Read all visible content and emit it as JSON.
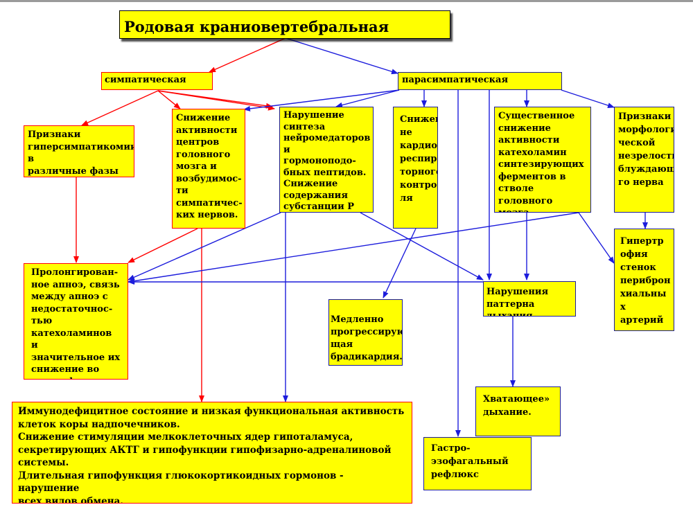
{
  "colors": {
    "box_fill": "#ffff00",
    "red_line": "#ff0000",
    "blue_line": "#1c1cdc"
  },
  "nodes": {
    "title": "Родовая краниовертебральная травма",
    "symp": "симпатическая",
    "parasymp": "парасимпатическая",
    "hyper": "Признаки\nгиперсимпатикомии в\nразличные фазы сна.",
    "reduce": "Снижение\nактивности\nцентров\nголовного\nмозга и\nвозбудимос-\nти\nсимпатичес-\nких нервов.",
    "neuro": "Нарушение\nсинтеза\nнейромедаторов и\nгормоноподо-\nбных пептидов.\nСнижение\nсодержания\nсубстанции Р",
    "cardio": "Снижен\nне\nкардио\nреспира\nторного\nконтро\nля",
    "catechol": "Существенное\nснижение\nактивности\nкатехоламин\nсинтезирующих\nферментов в\nстволе головного\nмозга.",
    "morph": "Признаки\nморфологи\nческой\nнезрелости\nблуждающе\nго нерва",
    "apnea": "Пролонгирован-\nное апноэ, связь\nмежду апноэ с\nнедостаточнос-\nтью\nкатехоламинов и\nзначительное их\nснижение во\nвремя фаз апноэ.",
    "brady": "Медленно\nпрогрессирую\nщая\nбрадикардия.",
    "breath": "Нарушения\nпаттерна дыхания",
    "hypertrophy": "Гипертр\nофия\nстенок\nпериброн\nхиальны\nх\nартерий",
    "gasp": "Хватающее»\nдыхание.",
    "gerd": "Гастро-\nэзофагальный\nрефлюкс",
    "immune": "Иммунодефицитное состояние и низкая функциональная активность\nклеток коры надпочечников.\nСнижение стимуляции мелкоклеточных ядер гипоталамуса,\nсекретирующих АКТГ и гипофункции гипофизарно-адреналиновой\nсистемы.\nДлительная гипофункция глюкокортикоидных гормонов - нарушение\nвсех видов обмена."
  }
}
